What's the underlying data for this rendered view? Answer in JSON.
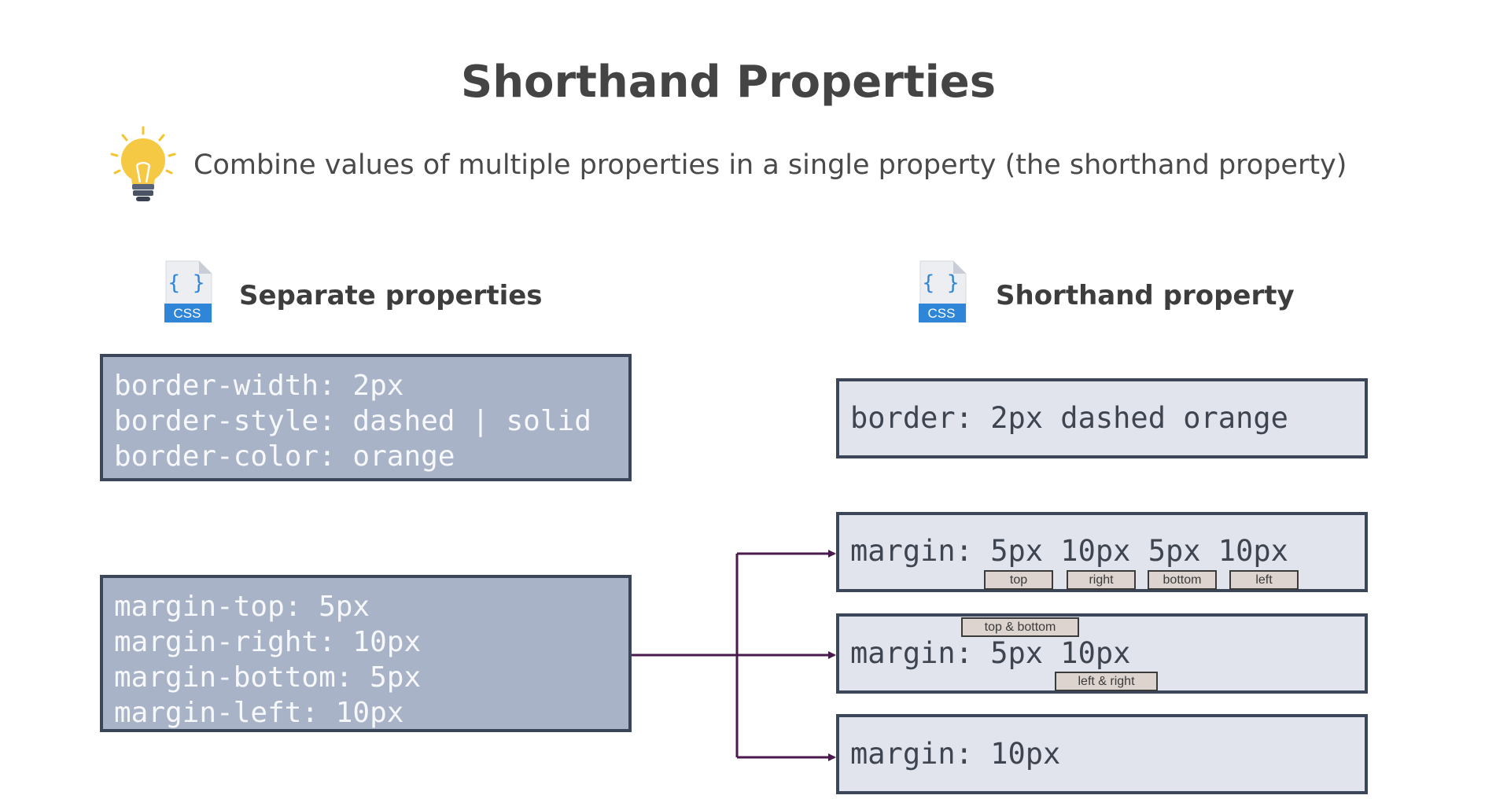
{
  "title": "Shorthand Properties",
  "subtitle": "Combine values of multiple properties in a single property (the shorthand property)",
  "icons": {
    "tip": "lightbulb-icon",
    "file": "css-file-icon",
    "file_label": "CSS",
    "file_braces": "{ }"
  },
  "separate": {
    "heading": "Separate properties",
    "border_lines": [
      "border-width: 2px",
      "border-style: dashed | solid",
      "border-color: orange"
    ],
    "margin_lines": [
      "margin-top: 5px",
      "margin-right: 10px",
      "margin-bottom: 5px",
      "margin-left: 10px"
    ]
  },
  "shorthand": {
    "heading": "Shorthand property",
    "border_code": "border: 2px dashed orange",
    "margin_four": "margin: 5px 10px 5px 10px",
    "margin_four_tags": [
      "top",
      "right",
      "bottom",
      "left"
    ],
    "margin_two": "margin: 5px 10px",
    "margin_two_tags": {
      "first": "top & bottom",
      "second": "left & right"
    },
    "margin_one": "margin: 10px"
  },
  "colors": {
    "dark_box_bg": "#a8b3c7",
    "light_box_bg": "#e1e4ec",
    "box_border": "#3b4658",
    "connector": "#4a1a4f",
    "tag_bg": "#ddd4d0"
  }
}
